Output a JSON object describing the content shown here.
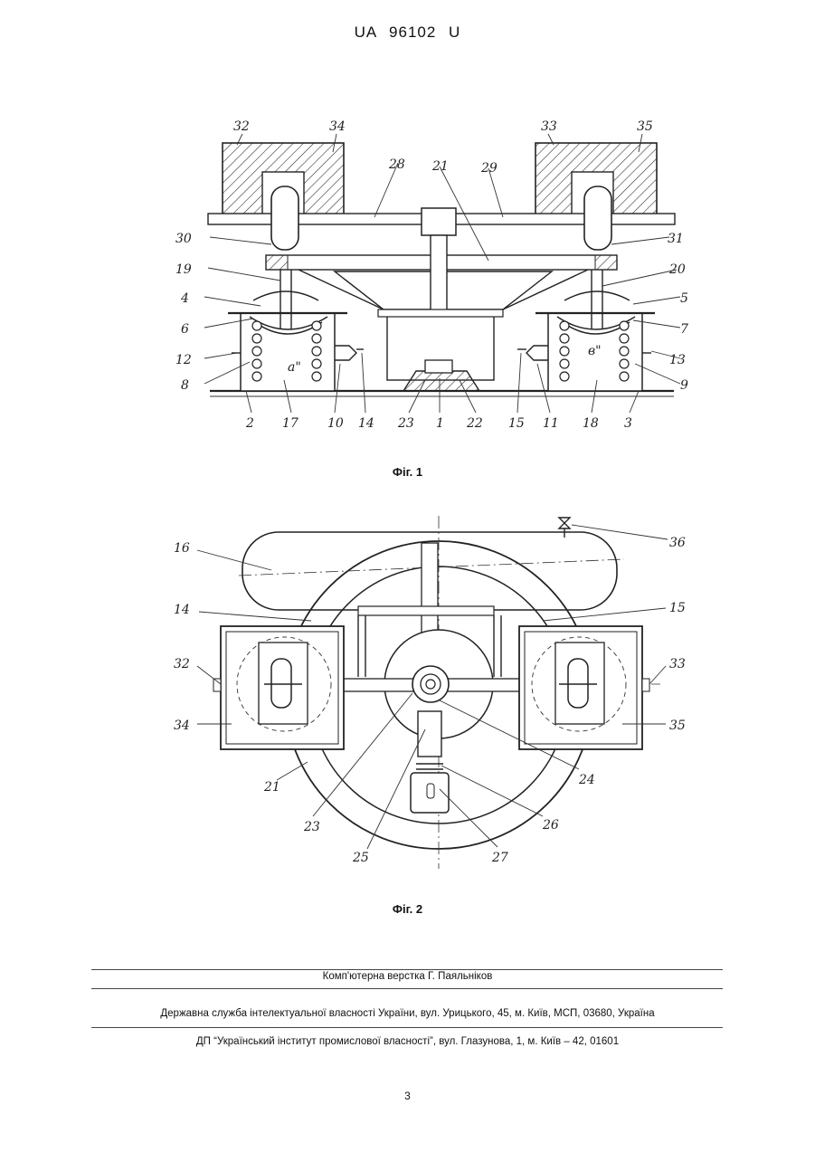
{
  "document": {
    "patent_id": "UA   96102   U",
    "fig1_caption": "Фіг. 1",
    "fig2_caption": "Фіг. 2",
    "fig1_labels": [
      "32",
      "34",
      "33",
      "35",
      "28",
      "21",
      "29",
      "30",
      "31",
      "19",
      "20",
      "4",
      "5",
      "6",
      "7",
      "12",
      "13",
      "8",
      "9",
      "2",
      "17",
      "10",
      "14",
      "23",
      "1",
      "22",
      "15",
      "11",
      "18",
      "3",
      "а\"",
      "в\""
    ],
    "fig2_labels": [
      "16",
      "36",
      "14",
      "15",
      "32",
      "33",
      "34",
      "35",
      "21",
      "23",
      "25",
      "24",
      "26",
      "27"
    ],
    "footer": {
      "layout_credit": "Комп'ютерна верстка Г. Паяльніков",
      "agency": "Державна служба інтелектуальної власності України, вул. Урицького, 45, м. Київ, МСП, 03680, Україна",
      "institute": "ДП “Український інститут промислової власності”, вул. Глазунова, 1, м. Київ – 42, 01601"
    },
    "page_number": "3"
  }
}
